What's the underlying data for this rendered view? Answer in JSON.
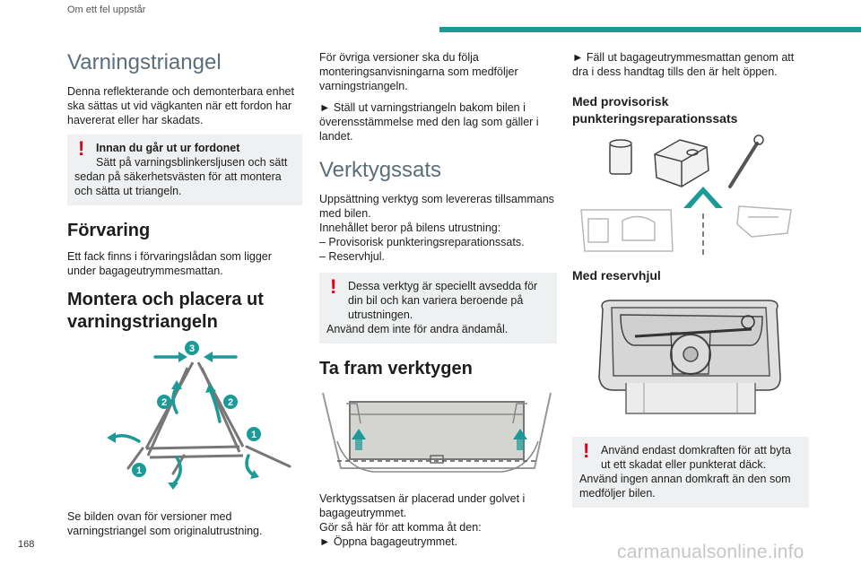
{
  "header": {
    "section": "Om ett fel uppstår",
    "accent_color": "#1b9a98"
  },
  "page_number": "168",
  "watermark": "carmanualsonline.info",
  "col1": {
    "title": "Varningstriangel",
    "intro": "Denna reflekterande och demonterbara enhet ska sättas ut vid vägkanten när ett fordon har havererat eller har skadats.",
    "warning": {
      "title": "Innan du går ut ur fordonet",
      "line1": "Sätt på varningsblinkersljusen och sätt",
      "line2": "sedan på säkerhetsvästen för att montera och sätta ut triangeln."
    },
    "storage_heading": "Förvaring",
    "storage_text": "Ett fack finns i förvaringslådan som ligger under bagageutrymmesmattan.",
    "mount_heading": "Montera och placera ut varningstriangeln",
    "figure_labels": [
      "3",
      "2",
      "2",
      "1",
      "1"
    ],
    "caption": "Se bilden ovan för versioner med varningstriangel som originalutrustning."
  },
  "col2": {
    "intro": "För övriga versioner ska du följa monteringsanvisningarna som medföljer varningstriangeln.",
    "step": "► Ställ ut varningstriangeln bakom bilen i överensstämmelse med den lag som gäller i landet.",
    "tools_title": "Verktygssats",
    "tools_text1": "Uppsättning verktyg som levereras tillsammans med bilen.",
    "tools_text2": "Innehållet beror på bilens utrustning:",
    "tools_list": [
      "– Provisorisk punkteringsreparationssats.",
      "– Reservhjul."
    ],
    "warning": {
      "line1": "Dessa verktyg är speciellt avsedda för din bil och kan variera beroende på utrustningen.",
      "line2": "Använd dem inte för andra ändamål."
    },
    "retrieve_heading": "Ta fram verktygen",
    "location_text": "Verktygssatsen är placerad under golvet i bagageutrymmet.",
    "access_text": "Gör så här för att komma åt den:",
    "access_step": "► Öppna bagageutrymmet."
  },
  "col3": {
    "step": "► Fäll ut bagageutrymmesmattan genom att dra i dess handtag tills den är helt öppen.",
    "kit_heading": "Med provisorisk punkteringsreparationssats",
    "spare_heading": "Med reservhjul",
    "warning": {
      "line1": "Använd endast domkraften för att byta ut ett skadat eller punkterat däck.",
      "line2": "Använd ingen annan domkraft än den som medföljer bilen."
    }
  }
}
